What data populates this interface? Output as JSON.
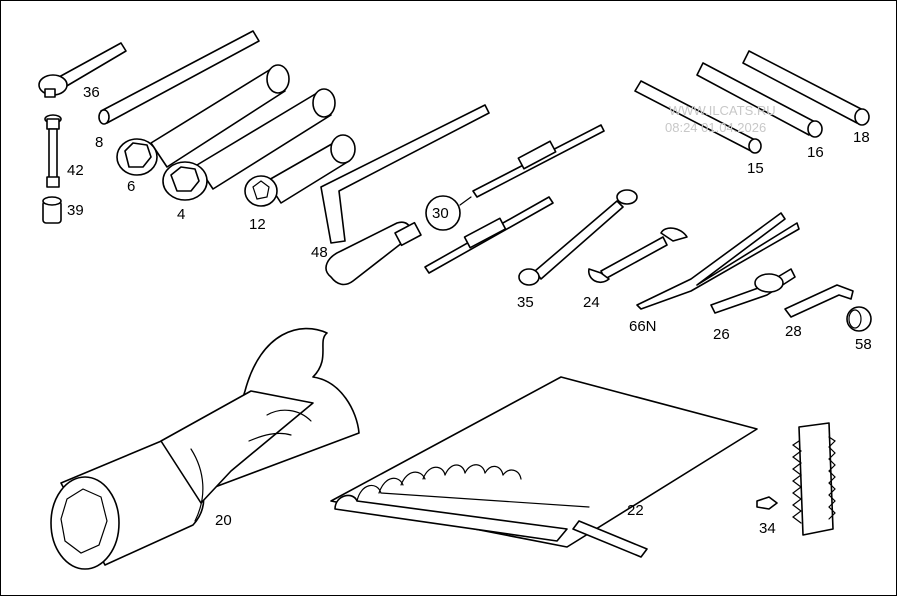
{
  "watermark": {
    "site": "WWW.ILCATS.RU",
    "timestamp": "08:24 01.04.2026"
  },
  "callouts": [
    {
      "id": "p36",
      "text": "36"
    },
    {
      "id": "p8",
      "text": "8"
    },
    {
      "id": "p42",
      "text": "42"
    },
    {
      "id": "p39",
      "text": "39"
    },
    {
      "id": "p6",
      "text": "6"
    },
    {
      "id": "p4",
      "text": "4"
    },
    {
      "id": "p12",
      "text": "12"
    },
    {
      "id": "p48",
      "text": "48"
    },
    {
      "id": "p30",
      "text": "30"
    },
    {
      "id": "p35",
      "text": "35"
    },
    {
      "id": "p24",
      "text": "24"
    },
    {
      "id": "p66n",
      "text": "66N"
    },
    {
      "id": "p26",
      "text": "26"
    },
    {
      "id": "p28",
      "text": "28"
    },
    {
      "id": "p58",
      "text": "58"
    },
    {
      "id": "p15",
      "text": "15"
    },
    {
      "id": "p16",
      "text": "16"
    },
    {
      "id": "p18",
      "text": "18"
    },
    {
      "id": "p20",
      "text": "20"
    },
    {
      "id": "p22",
      "text": "22"
    },
    {
      "id": "p34",
      "text": "34"
    }
  ]
}
